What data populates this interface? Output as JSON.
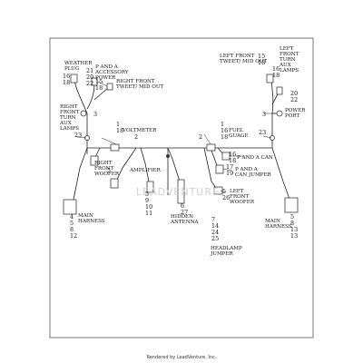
{
  "footer": "Rendered by LeadVenture, Inc.",
  "watermark": "LEADVENTURE",
  "labels": {
    "weather_plug": "WEATHER\nPLUG",
    "p_and_a_accessory_power": "P AND A\nACCESSORY\nPOWER",
    "right_front_tweet": "RIGHT FRONT\nTWEET/ MID OUT",
    "right_front_turn_aux": "RIGHT\nFRONT\nTURN\nAUX\nLAMPS",
    "voltmeter": "VOLTMETER",
    "fuel_gauge": "FUEL\nGUAGE",
    "p_and_a_can": "P AND A CAN",
    "p_and_a_can_jumper": "P AND A\nCAN JUMPER",
    "right_front_woofer": "RIGHT\nFRONT\nWOOFER",
    "amplifier": "AMPLIFIER",
    "hidden_antenna": "HIDDEN\nANTENNA",
    "left_front_woofer": "LEFT\nFRONT\nWOOFER",
    "left_front_tweet": "LEFT FRONT\nTWEET/ MID OUT",
    "left_front_turn_aux": "LEFT\nFRONT\nTURN\nAUX\nLAMPS",
    "power_port": "POWER\nPORT",
    "main_harness_left": "MAIN\nHARNESS",
    "main_harness_right": "MAIN\nHARNESS",
    "headlamp_jumper": "HEADLAMP\nJUMPER"
  },
  "callouts": {
    "c_16_18_wp": "16\n18",
    "c_21_20_22": "21\n20\n22",
    "c_15_18_rf": "15\n18",
    "c_3_left": "3",
    "c_23_left": "23",
    "c_1_18_2": "1\n18",
    "c_2_volt": "2",
    "c_1_16_18_fuel": "1\n16\n18",
    "c_2_fuel": "2",
    "c_16_18_can": "16\n18",
    "c_17_19": "17\n19",
    "c_5_left_bottom": "5",
    "c_5_10_11": "5\n9\n10\n11",
    "c_6_27": "6\n27",
    "c_5_26": "5\n26",
    "c_4_5_8_12": "4\n5\n8\n12",
    "c_7_14_24_25": "7\n14\n24\n25",
    "c_15_18_lf": "15\n18",
    "c_16_18_right": "16\n18",
    "c_20_22_right": "20\n22",
    "c_3_right": "3",
    "c_23_right": "23",
    "c_5_8_13": "5\n8\n13\n13"
  }
}
